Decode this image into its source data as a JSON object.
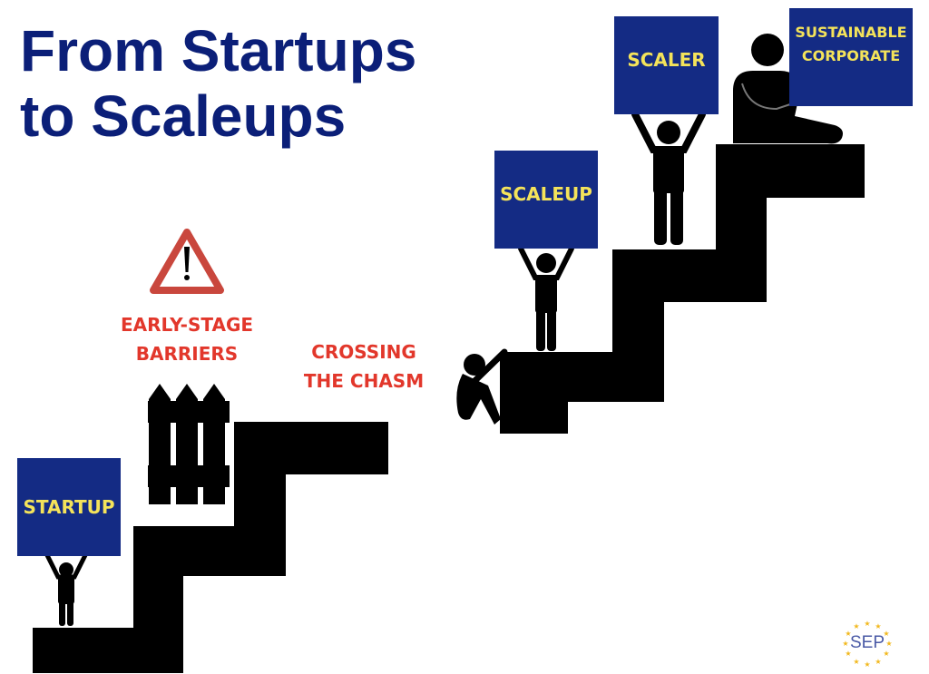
{
  "title": {
    "line1": "From Startups",
    "line2": "to Scaleups"
  },
  "stages": [
    {
      "id": "startup",
      "label": "STARTUP"
    },
    {
      "id": "scaleup",
      "label": "SCALEUP"
    },
    {
      "id": "scaler",
      "label": "SCALER"
    },
    {
      "id": "sustainable-corporate",
      "label_line1": "SUSTAINABLE",
      "label_line2": "CORPORATE"
    }
  ],
  "barriers": {
    "early_stage_line1": "EARLY-STAGE",
    "early_stage_line2": "BARRIERS",
    "chasm_line1": "CROSSING",
    "chasm_line2": "THE CHASM"
  },
  "icons": [
    "warning-triangle-icon",
    "fence-icon",
    "person-holding-sign-icon",
    "sitting-person-icon",
    "stairs-icon"
  ],
  "logo": {
    "text": "SEP"
  },
  "colors": {
    "title": "#0b1f78",
    "box_bg": "#142b84",
    "box_text": "#f4e35a",
    "warning_red": "#e2372b",
    "triangle_red": "#c9473d",
    "stairs": "#000000",
    "logo_star": "#f2b81e",
    "logo_text": "#4a5aa6"
  }
}
